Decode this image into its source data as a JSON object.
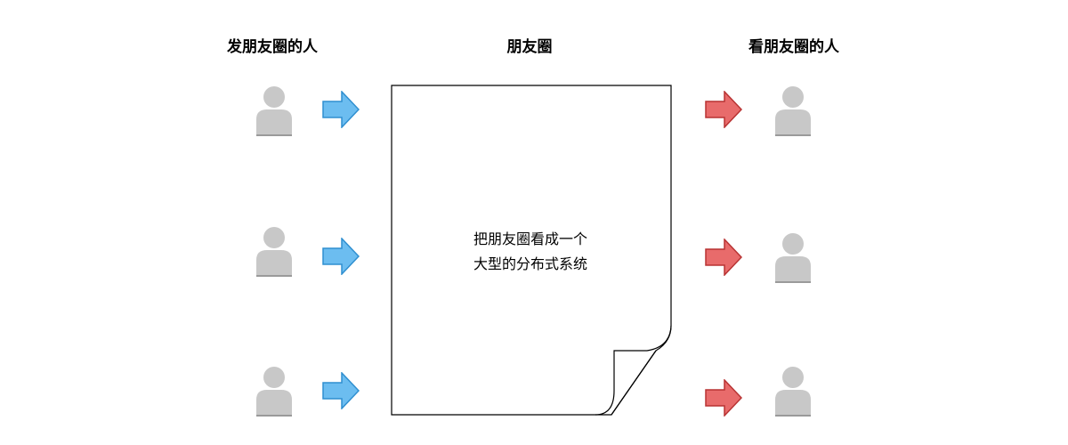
{
  "columns": {
    "left_title": "发朋友圈的人",
    "center_title": "朋友圈",
    "right_title": "看朋友圈的人"
  },
  "document": {
    "line1": "把朋友圈看成一个",
    "line2": "大型的分布式系统"
  },
  "icons": {
    "person": "user-icon",
    "left_arrow": "arrow-right-icon",
    "right_arrow": "arrow-right-icon"
  },
  "colors": {
    "person_fill": "#c8c8c8",
    "left_arrow_fill": "#6cbdf0",
    "left_arrow_stroke": "#2f8fd0",
    "right_arrow_fill": "#e86b6b",
    "right_arrow_stroke": "#b83333"
  }
}
